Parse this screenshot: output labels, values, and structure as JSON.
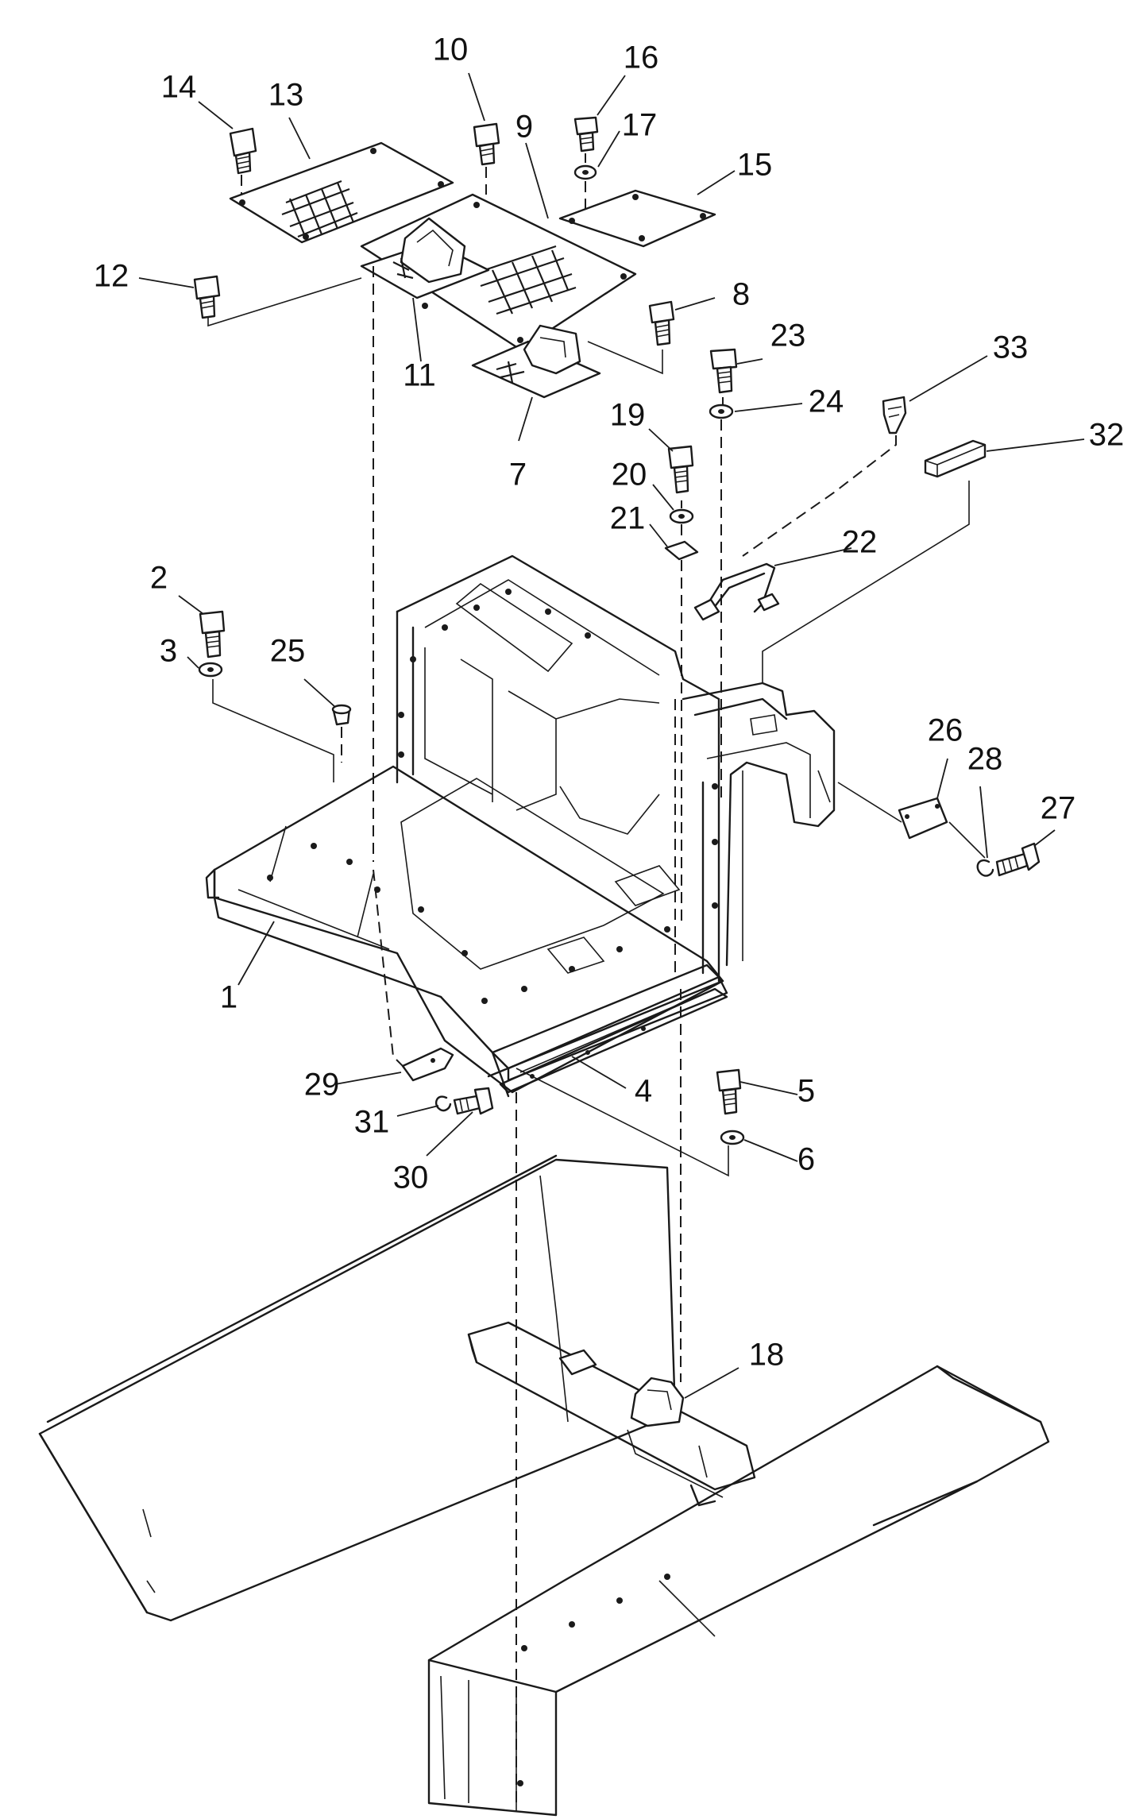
{
  "diagram": {
    "callouts": [
      {
        "id": "callout-1",
        "label": "1"
      },
      {
        "id": "callout-2",
        "label": "2"
      },
      {
        "id": "callout-3",
        "label": "3"
      },
      {
        "id": "callout-4",
        "label": "4"
      },
      {
        "id": "callout-5",
        "label": "5"
      },
      {
        "id": "callout-6",
        "label": "6"
      },
      {
        "id": "callout-7",
        "label": "7"
      },
      {
        "id": "callout-8",
        "label": "8"
      },
      {
        "id": "callout-9",
        "label": "9"
      },
      {
        "id": "callout-10",
        "label": "10"
      },
      {
        "id": "callout-11",
        "label": "11"
      },
      {
        "id": "callout-12",
        "label": "12"
      },
      {
        "id": "callout-13",
        "label": "13"
      },
      {
        "id": "callout-14",
        "label": "14"
      },
      {
        "id": "callout-15",
        "label": "15"
      },
      {
        "id": "callout-16",
        "label": "16"
      },
      {
        "id": "callout-17",
        "label": "17"
      },
      {
        "id": "callout-18",
        "label": "18"
      },
      {
        "id": "callout-19",
        "label": "19"
      },
      {
        "id": "callout-20",
        "label": "20"
      },
      {
        "id": "callout-21",
        "label": "21"
      },
      {
        "id": "callout-22",
        "label": "22"
      },
      {
        "id": "callout-23",
        "label": "23"
      },
      {
        "id": "callout-24",
        "label": "24"
      },
      {
        "id": "callout-25",
        "label": "25"
      },
      {
        "id": "callout-26",
        "label": "26"
      },
      {
        "id": "callout-27",
        "label": "27"
      },
      {
        "id": "callout-28",
        "label": "28"
      },
      {
        "id": "callout-29",
        "label": "29"
      },
      {
        "id": "callout-30",
        "label": "30"
      },
      {
        "id": "callout-31",
        "label": "31"
      },
      {
        "id": "callout-32",
        "label": "32"
      },
      {
        "id": "callout-33",
        "label": "33"
      }
    ]
  }
}
